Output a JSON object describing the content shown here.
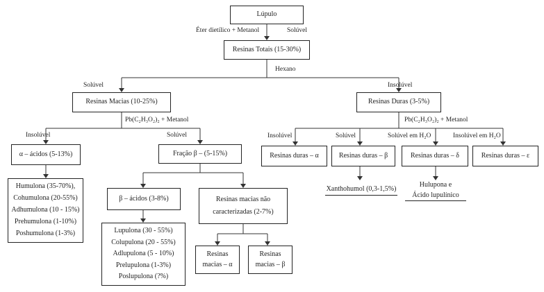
{
  "boxes": {
    "lupulo": "Lúpulo",
    "resinas_totais": "Resinas Totais (15-30%)",
    "resinas_macias": "Resinas Macias (10-25%)",
    "resinas_duras": "Resinas Duras (3-5%)",
    "alfa_acidos": "α – ácidos (5-13%)",
    "fracao_beta": "Fração β – (5-15%)",
    "beta_acidos": "β – ácidos (3-8%)",
    "macias_nao_caract_l1": "Resinas macias não",
    "macias_nao_caract_l2": "caracterizadas (2-7%)",
    "macias_alfa_l1": "Resinas",
    "macias_alfa_l2": "macias – α",
    "macias_beta_l1": "Resinas",
    "macias_beta_l2": "macias – β",
    "duras_alfa": "Resinas duras – α",
    "duras_beta": "Resinas duras – β",
    "duras_delta": "Resinas duras – δ",
    "duras_epsilon": "Resinas duras – ε"
  },
  "lists": {
    "humulonas": [
      "Humulona (35-70%),",
      "Cohumulona (20-55%)",
      "Adhumulona (10 - 15%)",
      "Prehumulona (1-10%)",
      "Poshumulona (1-3%)"
    ],
    "lupulonas": [
      "Lupulona (30 - 55%)",
      "Colupulona (20 - 55%)",
      "Adlupulona (5 - 10%)",
      "Prelupulona (1-3%)",
      "Poslupulona (?%)"
    ]
  },
  "unboxed": {
    "xanthohumol": "Xanthohumol (0,3-1,5%)",
    "hulupona_l1": "Hulupona e",
    "hulupona_l2": "Ácido lupulínico"
  },
  "labels": {
    "eter": "Éter dietílico + Metanol",
    "soluvel_top": "Solúvel",
    "hexano": "Hexano",
    "soluvel_left": "Solúvel",
    "insoluvel_right": "Insolúvel",
    "pb_left": "Pb(C₂H₃O₂)₂ + Metanol",
    "insoluvel_alfa": "Insolúvel",
    "soluvel_beta": "Solúvel",
    "pb_right": "Pb(C₂H₃O₂)₂ + Metanol",
    "insoluvel_duras_a": "Insolúvel",
    "soluvel_duras_b": "Solúvel",
    "soluvel_h2o": "Solúvel em H₂O",
    "insoluvel_h2o": "Insolúvel em H₂O"
  }
}
